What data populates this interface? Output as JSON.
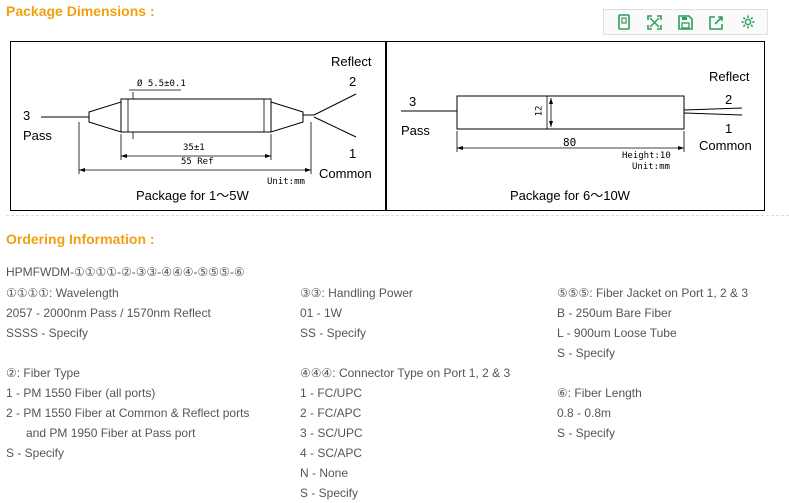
{
  "headings": {
    "package_dimensions": "Package Dimensions :",
    "ordering_information": "Ordering Information :"
  },
  "toolbar": [
    {
      "icon": "document-icon"
    },
    {
      "icon": "expand-icon"
    },
    {
      "icon": "save-icon"
    },
    {
      "icon": "share-icon"
    },
    {
      "icon": "settings-icon"
    }
  ],
  "figure_left": {
    "reflect": "Reflect",
    "port2": "2",
    "port3": "3",
    "pass": "Pass",
    "port1": "1",
    "common": "Common",
    "diameter": "Ø 5.5±0.1",
    "dim_body": "35±1",
    "dim_ref": "55 Ref",
    "unit": "Unit:mm",
    "caption": "Package for 1～5W"
  },
  "figure_right": {
    "reflect": "Reflect",
    "port2": "2",
    "port3": "3",
    "pass": "Pass",
    "port1": "1",
    "common": "Common",
    "dim_height": "12",
    "dim_length": "80",
    "height_note": "Height:10",
    "unit": "Unit:mm",
    "caption": "Package for 6～10W"
  },
  "part_number": "HPMFWDM-①①①①-②-③③-④④④-⑤⑤⑤-⑥",
  "col1": [
    "①①①①: Wavelength",
    "2057 - 2000nm Pass / 1570nm Reflect",
    "SSSS - Specify",
    "",
    "②: Fiber Type",
    "1 - PM 1550 Fiber (all ports)",
    "2 - PM 1550 Fiber at Common & Reflect ports",
    "      and PM 1950 Fiber at Pass port",
    "S - Specify"
  ],
  "col2": [
    "③③: Handling Power",
    "01 - 1W",
    "SS - Specify",
    "",
    "④④④: Connector Type on Port 1, 2 & 3",
    "1 - FC/UPC",
    "2 - FC/APC",
    "3 - SC/UPC",
    "4 - SC/APC",
    "N - None",
    "S - Specify"
  ],
  "col3": [
    "⑤⑤⑤: Fiber Jacket  on Port 1, 2 & 3",
    "B - 250um Bare Fiber",
    "L - 900um Loose Tube",
    "S - Specify",
    "",
    "⑥: Fiber Length",
    "0.8 - 0.8m",
    "S - Specify"
  ],
  "colors": {
    "heading": "#f0a010",
    "toolbar_icon": "#2e9e5e",
    "body_text": "#555555"
  }
}
